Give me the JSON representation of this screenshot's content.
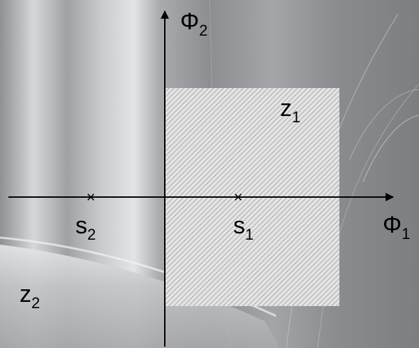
{
  "axes": {
    "horizontal": {
      "symbol": "Φ",
      "subscript": "1"
    },
    "vertical": {
      "symbol": "Φ",
      "subscript": "2"
    }
  },
  "points": [
    {
      "symbol": "s",
      "subscript": "1",
      "marker": "×"
    },
    {
      "symbol": "s",
      "subscript": "2",
      "marker": "×"
    }
  ],
  "regions": [
    {
      "symbol": "z",
      "subscript": "1",
      "fill": "hatched"
    },
    {
      "symbol": "z",
      "subscript": "2",
      "fill": "none"
    }
  ],
  "colors": {
    "ink": "#000000",
    "hatch_background": "#e4e4e4",
    "hatch_line": "#9a9a9a",
    "backdrop_dark": "#7f8184",
    "backdrop_light": "#d9dadc"
  }
}
